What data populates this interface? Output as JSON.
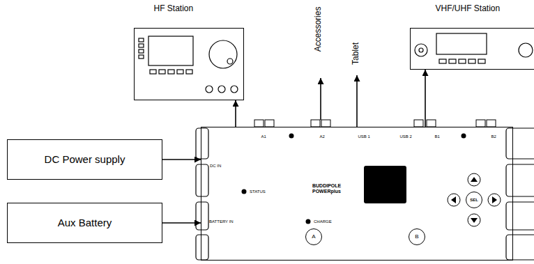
{
  "diagram": {
    "nodes": [
      {
        "text": [
          "HF Station"
        ]
      },
      {
        "text": [
          "VHF/UHF Station"
        ]
      },
      {
        "text": [
          "DC Power supply"
        ]
      },
      {
        "text": [
          "Aux Battery"
        ]
      },
      {
        "text": [
          "BUDDIPOLE POWERplus"
        ]
      },
      {
        "text": [
          "A"
        ],
        "in": 4
      },
      {
        "text": [
          "B"
        ],
        "in": 4
      },
      {
        "text": [
          "SEL"
        ],
        "in": 4
      }
    ],
    "edges": [
      {
        "from": 2,
        "to": 4,
        "arrow": "to"
      },
      {
        "from": 3,
        "to": 4,
        "arrow": "to"
      },
      {
        "from": 4,
        "to": 0,
        "arrow": "to"
      },
      {
        "from": 4,
        "to": 1,
        "arrow": "to"
      }
    ],
    "labels": [
      "Accessories",
      "Tablet",
      "A1",
      "A2",
      "USB 1",
      "USB 2",
      "B1",
      "B2",
      "DC IN",
      "STATUS",
      "BATTERY IN",
      "CHARGE"
    ]
  }
}
